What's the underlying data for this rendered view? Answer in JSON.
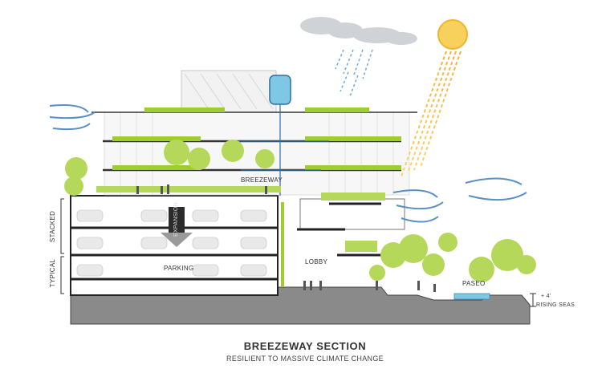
{
  "title": "BREEZEWAY SECTION",
  "subtitle": "RESILIENT TO MASSIVE CLIMATE CHANGE",
  "labels": {
    "breezeway": "BREEZEWAY",
    "expansion": "EXPANSION",
    "parking": "PARKING",
    "lobby": "LOBBY",
    "paseo": "PASEO",
    "stacked": "STACKED",
    "typical": "TYPICAL",
    "sea_rise_value": "+ 4'",
    "rising_seas": "RISING SEAS"
  },
  "colors": {
    "green": "#9fcc2e",
    "wind": "#5b8fc7",
    "rain": "#6aaad8",
    "sun": "#f5c646",
    "ground": "#8a8a8a",
    "water": "#7ec8e3"
  }
}
